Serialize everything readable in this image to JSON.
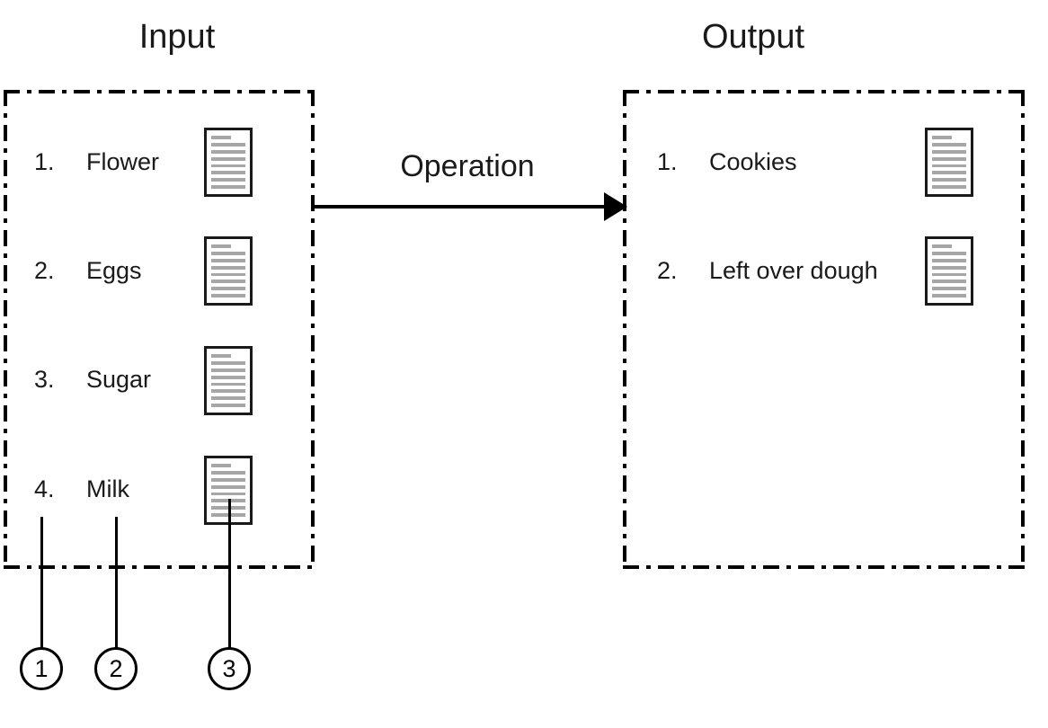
{
  "diagram": {
    "title_input": "Input",
    "title_output": "Output",
    "operation_label": "Operation",
    "arrow_icon": "right-arrow-icon"
  },
  "input": {
    "items": [
      {
        "index": "1.",
        "label": "Flower",
        "doc_icon": "document-icon"
      },
      {
        "index": "2.",
        "label": "Eggs",
        "doc_icon": "document-icon"
      },
      {
        "index": "3.",
        "label": "Sugar",
        "doc_icon": "document-icon"
      },
      {
        "index": "4.",
        "label": "Milk",
        "doc_icon": "document-icon"
      }
    ]
  },
  "output": {
    "items": [
      {
        "index": "1.",
        "label": "Cookies",
        "doc_icon": "document-icon"
      },
      {
        "index": "2.",
        "label": "Left over dough",
        "doc_icon": "document-icon"
      }
    ]
  },
  "callouts": [
    {
      "number": "1"
    },
    {
      "number": "2"
    },
    {
      "number": "3"
    }
  ],
  "colors": {
    "stroke": "#000000",
    "text": "#1a1a1a",
    "doc_line": "#a6a6a6",
    "background": "#ffffff"
  }
}
